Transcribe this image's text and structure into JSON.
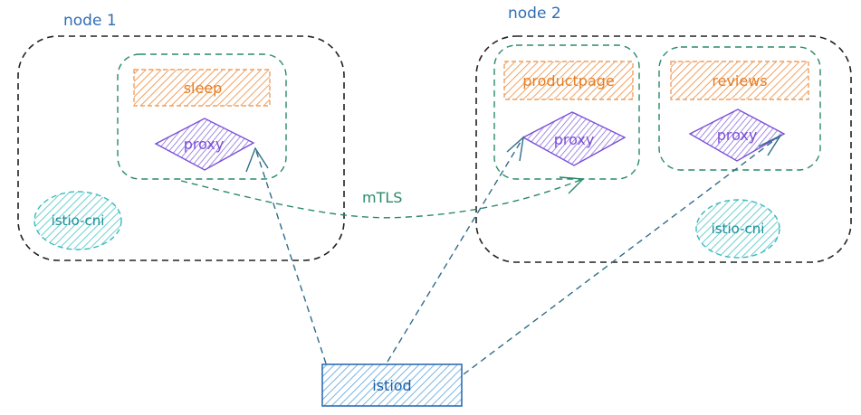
{
  "nodes": [
    {
      "label": "node 1"
    },
    {
      "label": "node 2"
    }
  ],
  "pods": {
    "sleep": {
      "app": "sleep",
      "proxy": "proxy"
    },
    "productpage": {
      "app": "productpage",
      "proxy": "proxy"
    },
    "reviews": {
      "app": "reviews",
      "proxy": "proxy"
    }
  },
  "cni": {
    "node1": "istio-cni",
    "node2": "istio-cni"
  },
  "control_plane": {
    "label": "istiod"
  },
  "connection": {
    "label": "mTLS"
  },
  "colors": {
    "node_border": "#222222",
    "node_label": "#2f6db5",
    "pod_border": "#2a8a6a",
    "app_fill": "#f0a060",
    "app_text": "#e67e22",
    "proxy_fill": "#8b6fdc",
    "proxy_text": "#7b4fd8",
    "cni_fill": "#6cd0d0",
    "cni_text": "#1a8f9a",
    "istiod_fill": "#6aaee0",
    "istiod_text": "#1a5fa8",
    "mtls_line": "#2a8a6a",
    "control_line": "#2f6d8a"
  }
}
